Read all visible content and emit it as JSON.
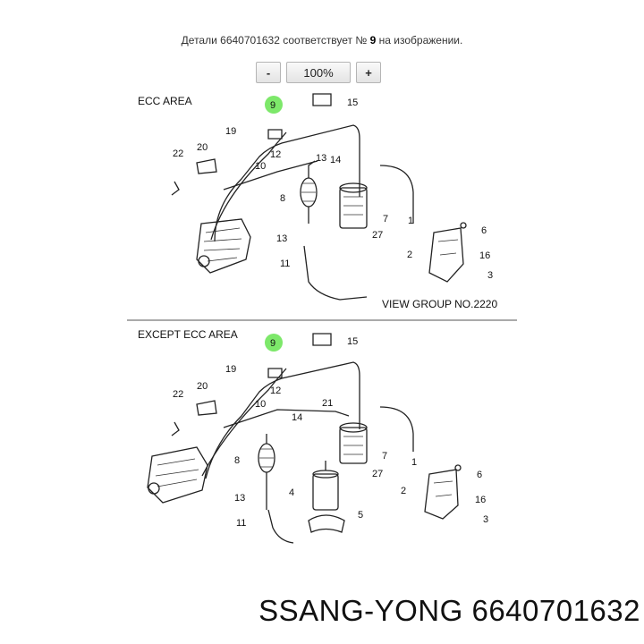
{
  "caption": {
    "prefix": "Детали 6640701632 соответствует №",
    "number": "9",
    "suffix": "на изображении."
  },
  "zoom": {
    "minus": "-",
    "level": "100%",
    "plus": "+"
  },
  "diagram": {
    "top_section": {
      "title": "ECC AREA",
      "view_note": "VIEW GROUP NO.2220",
      "labels": [
        "9",
        "15",
        "19",
        "12",
        "22",
        "20",
        "10",
        "13",
        "14",
        "8",
        "7",
        "1",
        "27",
        "13",
        "11",
        "6",
        "2",
        "16",
        "3"
      ]
    },
    "bottom_section": {
      "title": "EXCEPT ECC AREA",
      "labels": [
        "9",
        "15",
        "19",
        "12",
        "22",
        "20",
        "10",
        "21",
        "14",
        "7",
        "1",
        "27",
        "8",
        "13",
        "4",
        "11",
        "5",
        "6",
        "2",
        "16",
        "3"
      ]
    },
    "highlight_color": "#7de86a"
  },
  "brand": {
    "text": "SSANG-YONG 6640701632"
  }
}
